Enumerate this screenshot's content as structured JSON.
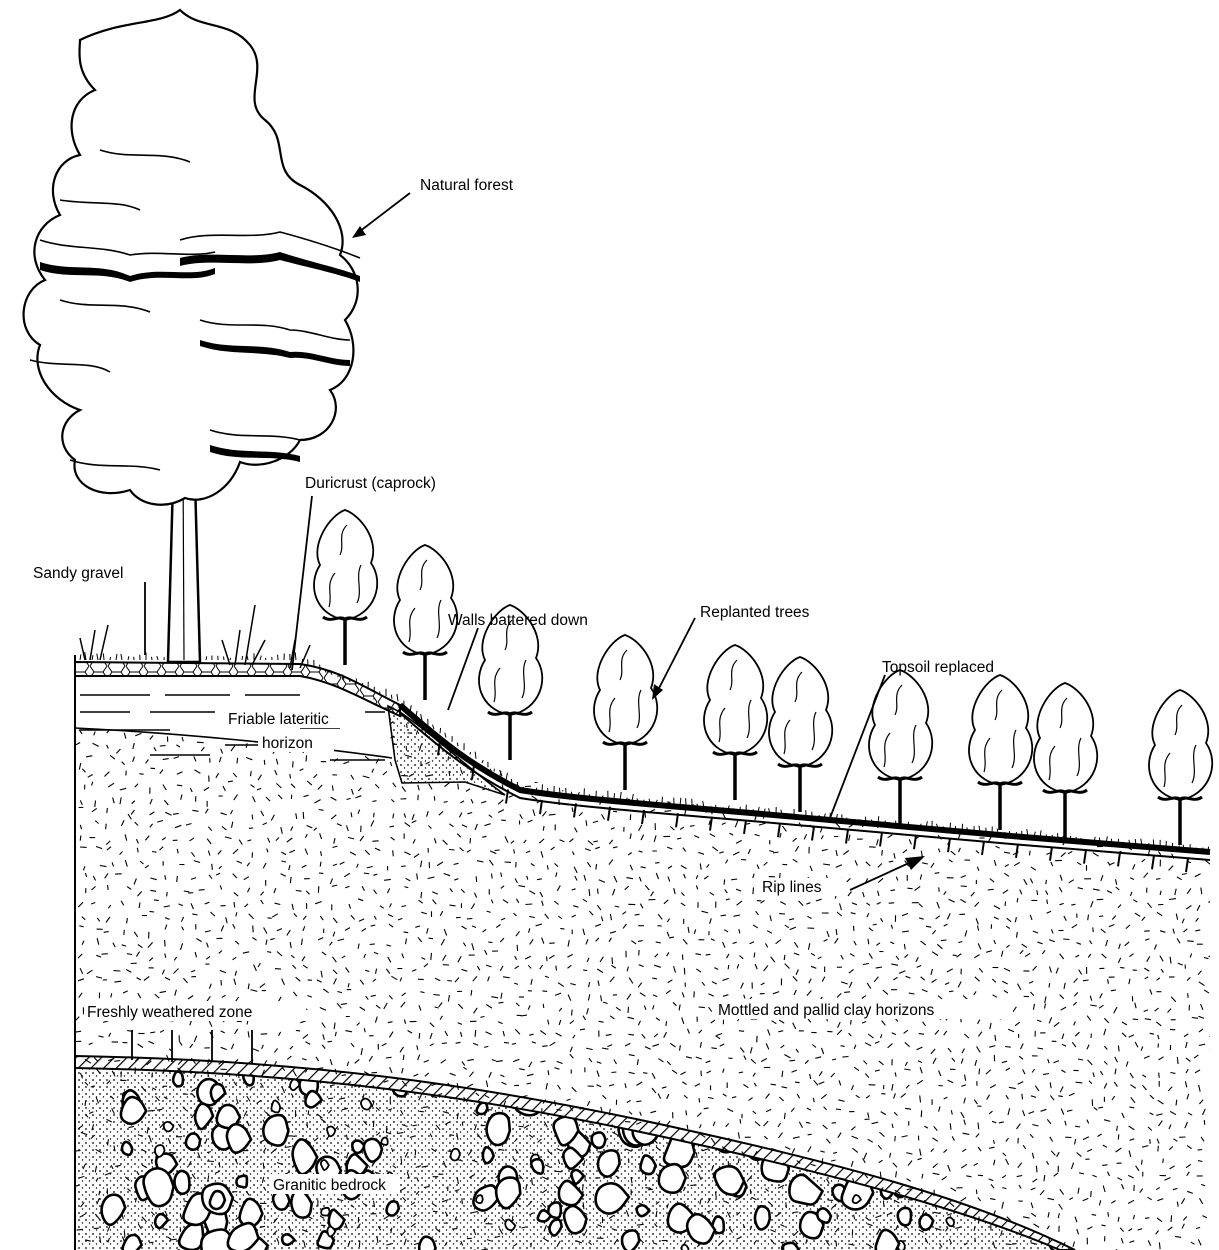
{
  "labels": {
    "natural_forest": "Natural forest",
    "duricrust": "Duricrust (caprock)",
    "sandy_gravel": "Sandy gravel",
    "walls_battered": "Walls battered down",
    "replanted_trees": "Replanted trees",
    "topsoil_replaced": "Topsoil replaced",
    "friable_line1": "Friable lateritic",
    "friable_line2": "horizon",
    "rip_lines": "Rip lines",
    "freshly_weathered": "Freshly weathered zone",
    "mottled": "Mottled and pallid clay horizons",
    "granitic": "Granitic bedrock"
  },
  "colors": {
    "ink": "#000000",
    "paper": "#ffffff"
  }
}
